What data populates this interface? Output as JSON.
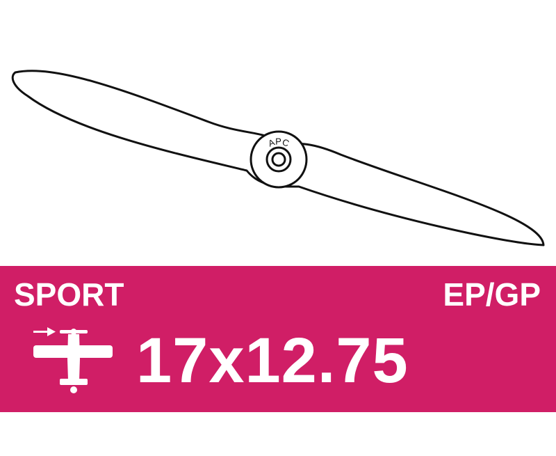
{
  "product": {
    "brand_mark": "APC",
    "category": "SPORT",
    "engine_type": "EP/GP",
    "size": "17x12.75"
  },
  "colors": {
    "banner": "#d01e66",
    "banner_text": "#ffffff",
    "outline": "#111111",
    "background": "#ffffff"
  },
  "icons": {
    "propeller": "propeller-outline-icon",
    "airplane": "airplane-direction-icon"
  }
}
